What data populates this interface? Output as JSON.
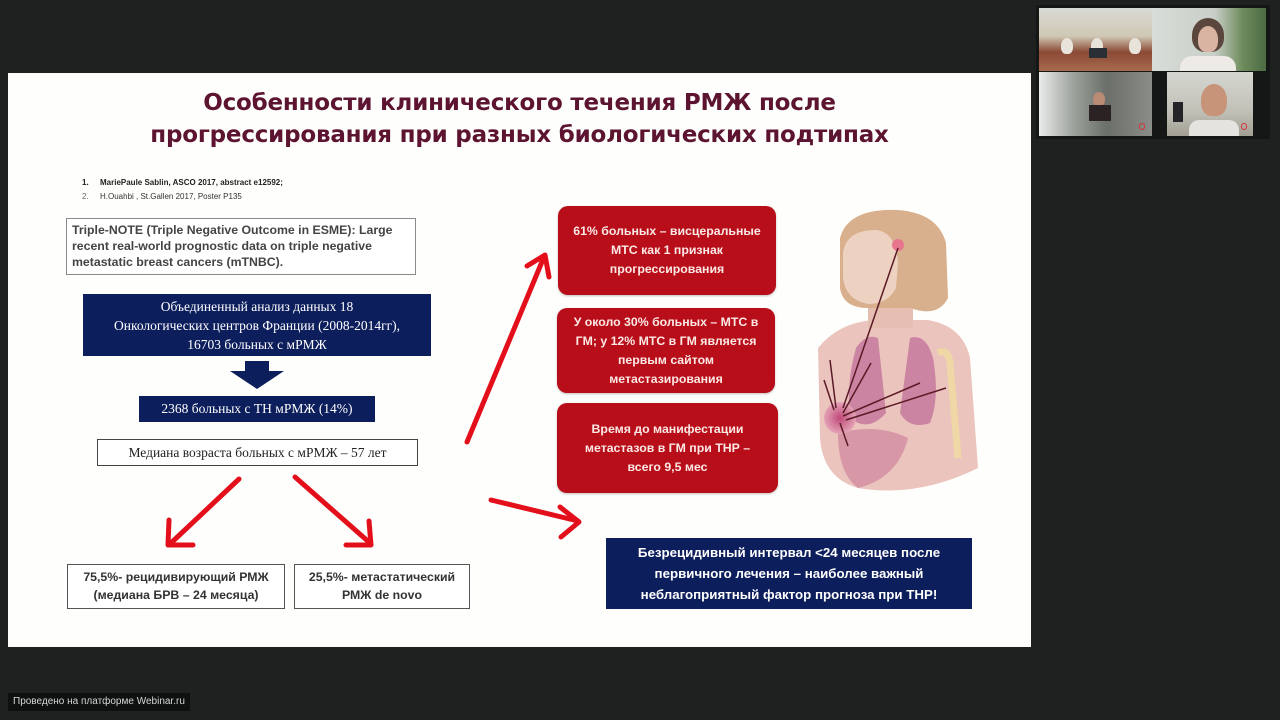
{
  "slide": {
    "title_line1": "Особенности клинического течения РМЖ после",
    "title_line2": "прогрессирования при разных биологических подтипах",
    "title_color": "#5c1430",
    "references": [
      {
        "num": "1.",
        "text": "MariePaule Sablin, ASCO 2017, abstract e12592;"
      },
      {
        "num": "2.",
        "text": "H.Ouahbi , St.Gallen 2017, Poster P135"
      }
    ],
    "study_note": {
      "bold": "Triple-NOTE (Triple Negative Outcome in ESME): Large recent real-world prognostic data on triple negative metastatic breast cancers (mTNBC)."
    },
    "merged_analysis": {
      "line1": "Объединенный анализ данных 18",
      "line2": "Онкологических центров Франции (2008-2014гг),",
      "line3": "16703 больных с мРМЖ"
    },
    "tn_count": "2368 больных с ТН мРМЖ (14%)",
    "median_age": "Медиана возраста больных с мРМЖ  – 57 лет",
    "outcomes": [
      {
        "line1": "75,5%- рецидивирующий РМЖ",
        "line2": "(медиана БРВ – 24 месяца)"
      },
      {
        "line1": "25,5%- метастатический",
        "line2": "РМЖ de novo"
      }
    ],
    "red_boxes": [
      {
        "text": "61% больных – висцеральные МТС как 1 признак прогрессирования"
      },
      {
        "text": "У около 30% больных – МТС в ГМ; у 12% МТС в ГМ является первым сайтом метастазирования"
      },
      {
        "text": "Время до манифестации метастазов в ГМ при ТНР – всего 9,5 мес"
      }
    ],
    "conclusion": {
      "line1": "Безрецидивный интервал <24 месяцев после",
      "line2": "первичного лечения – наиболее важный",
      "line3": "неблагоприятный фактор прогноза при ТНР!"
    },
    "illustration": "anatomy-metastasis-illustration",
    "colors": {
      "navy": "#0d1e5c",
      "red_box": "#b80e1a",
      "arrow_red": "#e3101c"
    }
  },
  "video_panel": {
    "tiles": [
      {
        "name": "conference-room-panel"
      },
      {
        "name": "female-speaker"
      },
      {
        "name": "auditorium-speaker",
        "muted": true
      },
      {
        "name": "male-participant",
        "muted": true
      }
    ]
  },
  "footer": {
    "platform_badge": "Проведено на платформе Webinar.ru"
  }
}
